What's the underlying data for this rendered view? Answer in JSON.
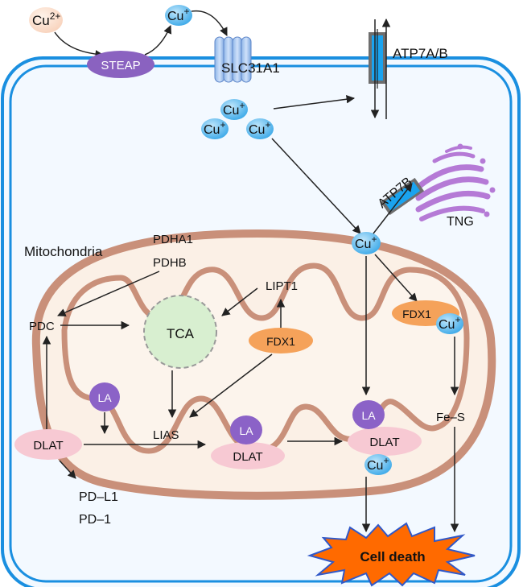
{
  "extracellular": {
    "cu2_label": "Cu",
    "cu2_charge": "2+",
    "cu_label": "Cu",
    "cu_charge": "+"
  },
  "membrane": {
    "steap_label": "STEAP",
    "slc31a1_label": "SLC31A1",
    "atp7ab_label": "ATP7A/B"
  },
  "cytoplasm": {
    "cu_label": "Cu",
    "cu_charge": "+"
  },
  "golgi": {
    "atp7b_label": "ATP7B",
    "tng_label": "TNG"
  },
  "mitochondria": {
    "title": "Mitochondria",
    "pdha1_label": "PDHA1",
    "pdhb_label": "PDHB",
    "pdc_label": "PDC",
    "tca_label": "TCA",
    "lipt1_label": "LIPT1",
    "fdx1_label": "FDX1",
    "la_label": "LA",
    "lias_label": "LIAS",
    "dlat_label": "DLAT",
    "fes_label": "Fe–S"
  },
  "immune": {
    "pdl1_label": "PD–L1",
    "pd1_label": "PD–1"
  },
  "outcome": {
    "cell_death_label": "Cell death"
  },
  "colors": {
    "membrane": "#1a8fe0",
    "cytoplasm": "#f3f9ff",
    "mito_outer": "#c9907a",
    "mito_fill": "#fbf0e6",
    "copper": "#5ab8ee",
    "copper_light": "#ffe0cc",
    "steap": "#8a62c0",
    "fdx1": "#f5a25a",
    "la": "#8b62c7",
    "dlat": "#f7c9d3",
    "tca": "#d8efd0",
    "tng": "#b57ad6",
    "cell_death_fill": "#ff6a00",
    "cell_death_stroke": "#3058c8"
  }
}
